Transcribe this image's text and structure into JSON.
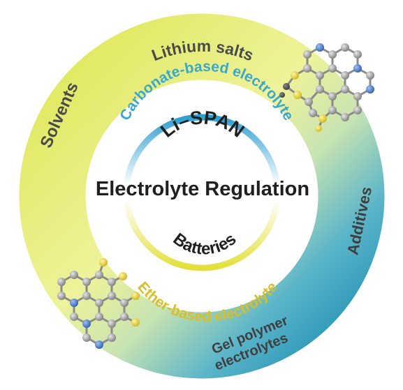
{
  "outer_ring": {
    "top_label": "Lithium salts",
    "left_label": "Solvents",
    "right_label": "Additives",
    "bottom_label_line1": "Gel polymer",
    "bottom_label_line2": "electrolytes"
  },
  "inner_ring": {
    "top_label": "Carbonate-based electrolyte",
    "bottom_label": "Ether-based electrolyte"
  },
  "center": {
    "top_word": "Li–SPAN",
    "title": "Electrolyte Regulation",
    "bottom_word": "Batteries"
  },
  "colors": {
    "ring_yellow": "#e3ea5a",
    "ring_teal": "#2b97b5",
    "ring_label": "#4a4a4a",
    "carbonate_blue": "#3aa7cc",
    "ether_yellow": "#d8be2a",
    "molecule_grey": "#9a9a9a",
    "molecule_blue": "#3d6fc2",
    "molecule_yellow": "#e9d62c"
  },
  "icons": [
    "molecule-structure-icon",
    "molecule-structure-icon"
  ]
}
